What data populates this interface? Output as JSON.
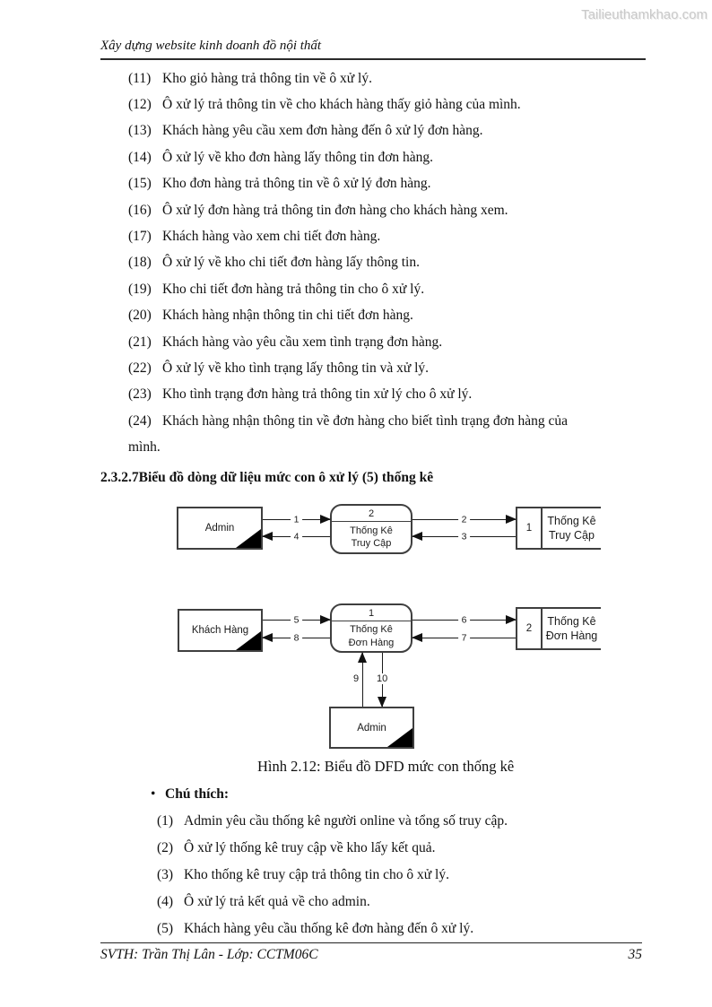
{
  "watermark": "Tailieuthamkhao.com",
  "header": {
    "title": "Xây dựng website kinh doanh đồ nội thất"
  },
  "list": {
    "items": [
      {
        "num": "(11)",
        "text": "Kho giỏ hàng trả thông tin về ô xử lý."
      },
      {
        "num": "(12)",
        "text": "Ô xử lý trả thông tin về cho khách hàng thấy giỏ hàng của mình."
      },
      {
        "num": "(13)",
        "text": "Khách hàng yêu cầu xem đơn hàng đến ô xử lý đơn hàng."
      },
      {
        "num": "(14)",
        "text": "Ô xử lý về kho đơn hàng lấy thông tin đơn hàng."
      },
      {
        "num": "(15)",
        "text": "Kho đơn hàng trả thông tin về ô xử lý đơn hàng."
      },
      {
        "num": "(16)",
        "text": "Ô xử lý đơn hàng trả thông tin đơn hàng cho khách hàng xem."
      },
      {
        "num": "(17)",
        "text": "Khách hàng vào xem chi tiết đơn hàng."
      },
      {
        "num": "(18)",
        "text": "Ô xử lý về kho chi tiết đơn hàng lấy thông tin."
      },
      {
        "num": "(19)",
        "text": "Kho chi tiết đơn hàng trả thông tin cho ô xử lý."
      },
      {
        "num": "(20)",
        "text": "Khách hàng nhận thông tin chi tiết đơn hàng."
      },
      {
        "num": "(21)",
        "text": "Khách hàng vào yêu cầu xem tình trạng đơn hàng."
      },
      {
        "num": "(22)",
        "text": "Ô xử lý về kho tình trạng lấy thông tin và xử lý."
      },
      {
        "num": "(23)",
        "text": "Kho tình trạng đơn hàng trả thông tin xử lý cho ô xử lý."
      },
      {
        "num": "(24)",
        "text": "Khách hàng nhận thông tin về đơn hàng cho biết tình trạng đơn hàng của",
        "text2": "mình."
      }
    ]
  },
  "section_heading": {
    "title": "2.3.2.7Biểu đồ dòng dữ liệu mức con ô xử lý (5) thống kê"
  },
  "diagram": {
    "entity_admin_top": "Admin",
    "entity_khach_hang": "Khách Hàng",
    "entity_admin_bottom": "Admin",
    "process_truy_cap": {
      "id": "2",
      "line1": "Thống Kê",
      "line2": "Truy Cập"
    },
    "process_don_hang": {
      "id": "1",
      "line1": "Thống Kê",
      "line2": "Đơn Hàng"
    },
    "store_truy_cap": {
      "id": "1",
      "line1": "Thống Kê",
      "line2": "Truy Cập"
    },
    "store_don_hang": {
      "id": "2",
      "line1": "Thống Kê",
      "line2": "Đơn Hàng"
    },
    "flows": {
      "f1": "1",
      "f2": "2",
      "f3": "3",
      "f4": "4",
      "f5": "5",
      "f6": "6",
      "f7": "7",
      "f8": "8",
      "f9": "9",
      "f10": "10"
    }
  },
  "caption": "Hình 2.12: Biểu đồ DFD mức con thống kê",
  "notes": {
    "bullet": "•",
    "heading": "Chú thích:",
    "items": [
      {
        "num": "(1)",
        "text": "Admin yêu cầu thống kê người online và tổng số truy cập."
      },
      {
        "num": "(2)",
        "text": "Ô xử lý thống kê truy cập về kho lấy kết quả."
      },
      {
        "num": "(3)",
        "text": "Kho thống kê truy cập trả thông tin cho ô xử lý."
      },
      {
        "num": "(4)",
        "text": "Ô xử lý trả kết quả về cho admin."
      },
      {
        "num": "(5)",
        "text": "Khách hàng yêu cầu thống kê đơn hàng đến ô xử lý."
      }
    ]
  },
  "footer": {
    "left": "SVTH: Trần Thị Lân - Lớp: CCTM06C",
    "page": "35"
  }
}
